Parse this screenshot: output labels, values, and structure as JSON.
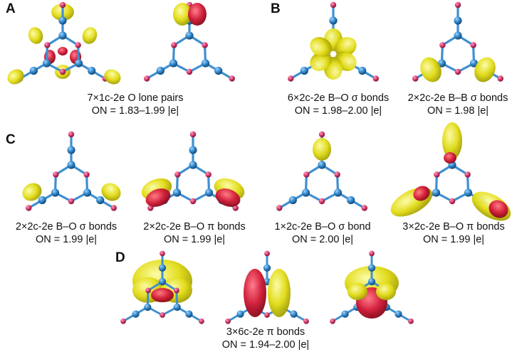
{
  "panels": {
    "A": {
      "letter": "A",
      "captions": [
        {
          "line1": "7×1c-2e O lone pairs",
          "line2": "ON = 1.83–1.99 |e|"
        }
      ]
    },
    "B": {
      "letter": "B",
      "captions": [
        {
          "line1": "6×2c-2e B–O σ bonds",
          "line2": "ON = 1.98–2.00 |e|"
        },
        {
          "line1": "2×2c-2e B–B σ bonds",
          "line2": "ON = 1.98 |e|"
        }
      ]
    },
    "C": {
      "letter": "C",
      "captions": [
        {
          "line1": "2×2c-2e B–O σ bonds",
          "line2": "ON = 1.99 |e|"
        },
        {
          "line1": "2×2c-2e B–O π bonds",
          "line2": "ON = 1.99 |e|"
        },
        {
          "line1": "1×2c-2e B–O σ bond",
          "line2": "ON = 2.00 |e|"
        },
        {
          "line1": "3×2c-2e B–O π bonds",
          "line2": "ON = 1.99 |e|"
        }
      ]
    },
    "D": {
      "letter": "D",
      "captions": [
        {
          "line1": "3×6c-2e π bonds",
          "line2": "ON = 1.94–2.00 |e|"
        }
      ]
    }
  },
  "colors": {
    "boron": "#2f86c9",
    "oxygen": "#d63c6e",
    "bond": "#3f8fd0",
    "lobe_yellow": "#e6e01e",
    "lobe_red": "#d81e3a"
  }
}
